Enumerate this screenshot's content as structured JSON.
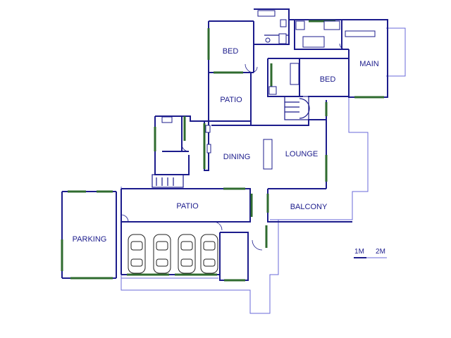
{
  "rooms": {
    "bed_upper": "BED",
    "main": "MAIN",
    "bed_middle": "BED",
    "patio_upper": "PATIO",
    "dining": "DINING",
    "lounge": "LOUNGE",
    "patio_lower": "PATIO",
    "balcony": "BALCONY",
    "parking": "PARKING"
  },
  "scale": {
    "label_1": "1M",
    "label_2": "2M"
  },
  "colors": {
    "wall": "#1c1c8c",
    "outline": "#6a6ad8",
    "window": "#2f6b2f"
  }
}
